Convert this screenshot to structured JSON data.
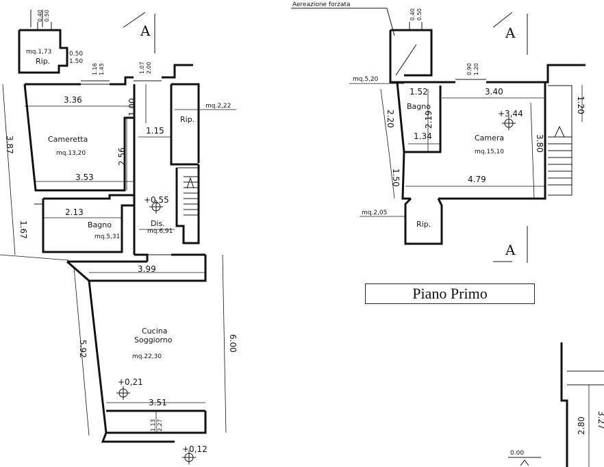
{
  "title": "Piano Primo",
  "section_mark": "A",
  "colors": {
    "ink": "#111111",
    "paper": "#ffffff"
  },
  "ground": {
    "cameretta": {
      "name": "Cameretta",
      "area": "mq.13,20",
      "w_top": "3.36",
      "w_bot": "3.53",
      "h_left": "3.87",
      "h_right": "2.56"
    },
    "rip_top": {
      "name": "Rip.",
      "area": "mq.1,73",
      "d1": "0.50",
      "d2": "1.50",
      "w1": "0.40",
      "w2": "0.50"
    },
    "win_a": {
      "d1": "1.16",
      "d2": "1.45"
    },
    "win_b": {
      "d1": "1.07",
      "d2": "2.00"
    },
    "corr": {
      "h": "1.00",
      "w": "1.15"
    },
    "rip_right": {
      "name": "Rip.",
      "area": "mq.2,22"
    },
    "elev_055": "+0,55",
    "bagno": {
      "name": "Bagno",
      "area": "mq.5,31",
      "w": "2.13",
      "h": "1.67"
    },
    "dis": {
      "name": "Dis.",
      "area": "mq.6,91"
    },
    "cucina": {
      "name1": "Cucina",
      "name2": "Soggiorno",
      "area": "mq.22,30",
      "w_top": "3.99",
      "w_bot": "3.51",
      "h_left": "5.92",
      "h_right": "6.00"
    },
    "elev_021": "+0,21",
    "door_bottom": {
      "d1": "1.13",
      "d2": "2.27"
    },
    "elev_012": "+0,12"
  },
  "first": {
    "aerazione": "Aereazione forzata",
    "top_win": {
      "w1": "0.40",
      "w2": "0.50"
    },
    "bagno": {
      "name": "Bagno",
      "area": "mq.5,20",
      "w_top": "1.52",
      "w_mid": "1.34",
      "h": "2.19",
      "h_left": "2.20"
    },
    "win_c": {
      "d1": "0.90",
      "d2": "1.20"
    },
    "camera": {
      "name": "Camera",
      "area": "mq.15,10",
      "w_top": "3.40",
      "w_bot": "4.79",
      "h_right": "3.80"
    },
    "elev_344": "+3,44",
    "dim_150": "1.50",
    "dim_120": "1.20",
    "rip": {
      "name": "Rip.",
      "area": "mq.2,05"
    }
  },
  "section": {
    "dim_280": "2.80",
    "dim_327": "3.27",
    "elev_000": "0.00"
  }
}
